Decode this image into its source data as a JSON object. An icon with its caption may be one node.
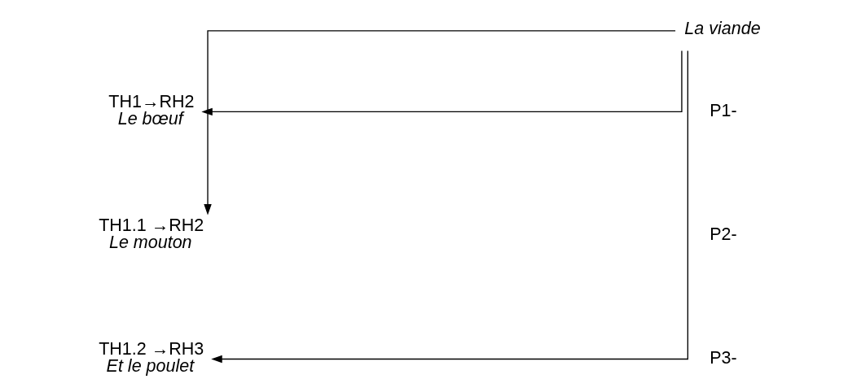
{
  "diagram": {
    "nodes": [
      {
        "text": [
          "La viande"
        ]
      },
      {
        "text": [
          "TH1→RH2"
        ],
        "beside": [
          "Le bœuf"
        ]
      },
      {
        "text": [
          "TH1.1 →RH2"
        ],
        "beside": [
          "Le mouton"
        ]
      },
      {
        "text": [
          "TH1.2 →RH3"
        ],
        "beside": [
          "Et le poulet"
        ]
      }
    ],
    "edges": [
      {
        "from": 0,
        "to": 1,
        "arrow": "to"
      },
      {
        "from": 0,
        "to": 2,
        "arrow": "to"
      },
      {
        "from": 0,
        "to": 3,
        "arrow": "to"
      }
    ],
    "labels": [
      "P1-",
      "P2-",
      "P3-"
    ]
  }
}
